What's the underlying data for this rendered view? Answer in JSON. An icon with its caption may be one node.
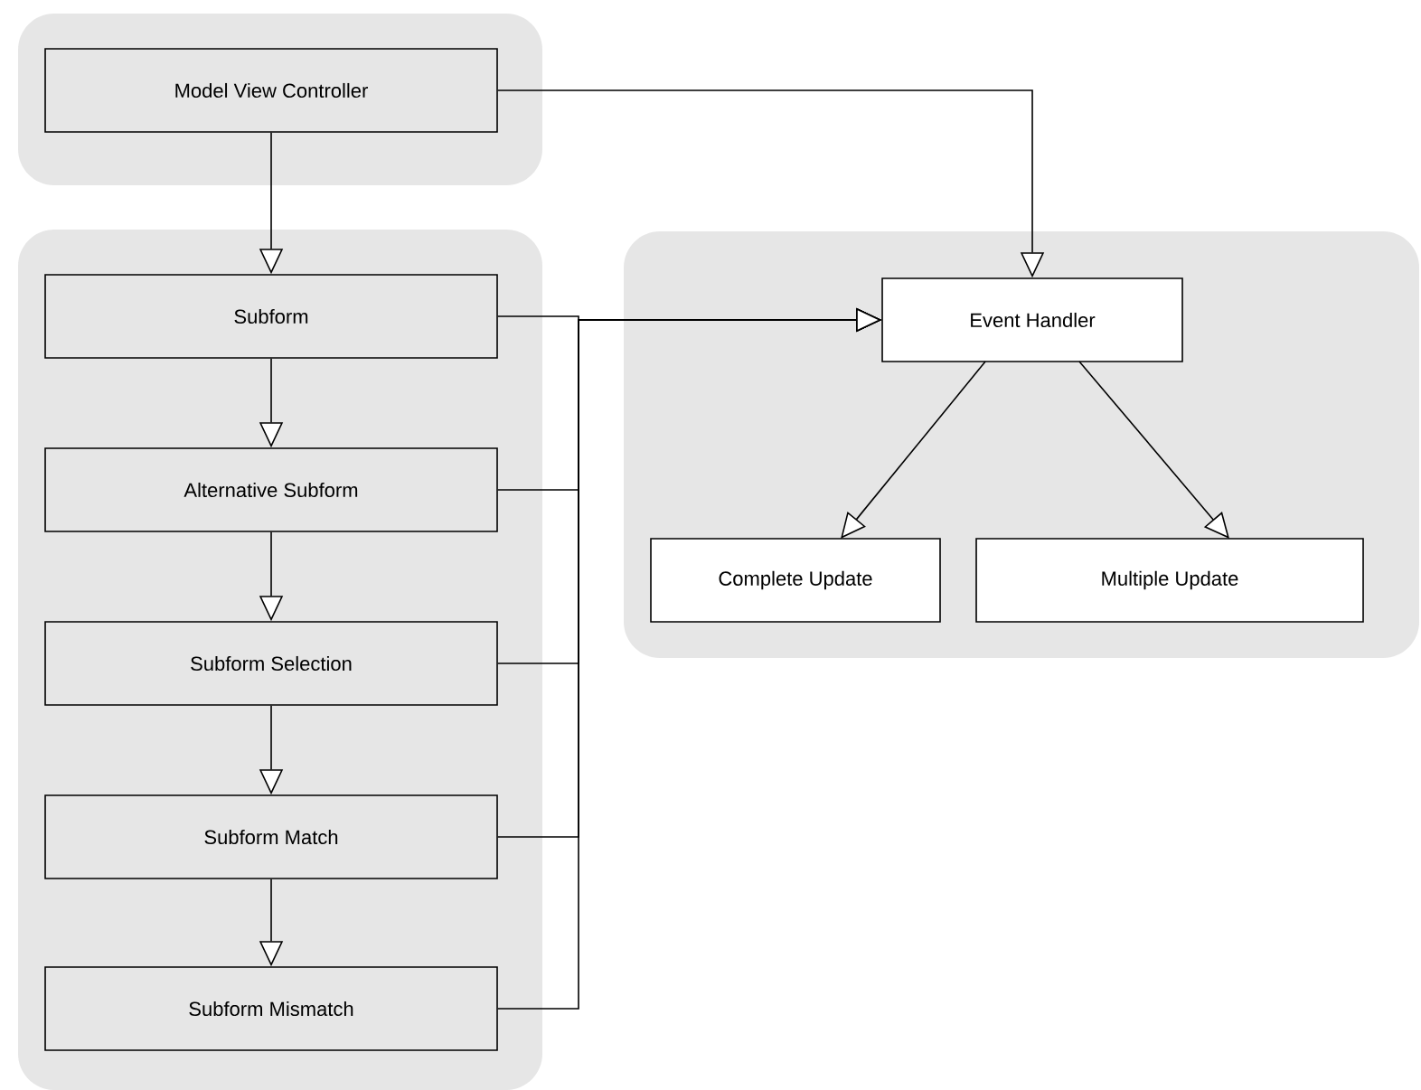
{
  "diagram": {
    "nodes": [
      {
        "text": [],
        "shape": "box"
      },
      {
        "text": [
          "Model View Controller"
        ],
        "in": 0
      },
      {
        "text": [],
        "shape": "box"
      },
      {
        "text": [
          "Subform"
        ],
        "in": 2
      },
      {
        "text": [
          "Alternative Subform"
        ],
        "in": 2
      },
      {
        "text": [
          "Subform Selection"
        ],
        "in": 2
      },
      {
        "text": [
          "Subform Match"
        ],
        "in": 2
      },
      {
        "text": [
          "Subform Mismatch"
        ],
        "in": 2
      },
      {
        "text": [],
        "shape": "box"
      },
      {
        "text": [
          "Event Handler"
        ],
        "in": 8
      },
      {
        "text": [
          "Complete Update"
        ],
        "in": 8
      },
      {
        "text": [
          "Multiple Update"
        ],
        "in": 8
      }
    ],
    "edges": [
      {
        "from": 1,
        "to": 3,
        "arrow": "to"
      },
      {
        "from": 3,
        "to": 4,
        "arrow": "to"
      },
      {
        "from": 4,
        "to": 5,
        "arrow": "to"
      },
      {
        "from": 5,
        "to": 6,
        "arrow": "to"
      },
      {
        "from": 6,
        "to": 7,
        "arrow": "to"
      },
      {
        "from": 1,
        "to": 9,
        "arrow": "to"
      },
      {
        "from": 3,
        "to": 9,
        "arrow": "to"
      },
      {
        "from": 4,
        "to": 9,
        "arrow": "to"
      },
      {
        "from": 5,
        "to": 9,
        "arrow": "to"
      },
      {
        "from": 6,
        "to": 9,
        "arrow": "to"
      },
      {
        "from": 7,
        "to": 9,
        "arrow": "to"
      },
      {
        "from": 9,
        "to": 10,
        "arrow": "to"
      },
      {
        "from": 9,
        "to": 11,
        "arrow": "to"
      }
    ]
  }
}
